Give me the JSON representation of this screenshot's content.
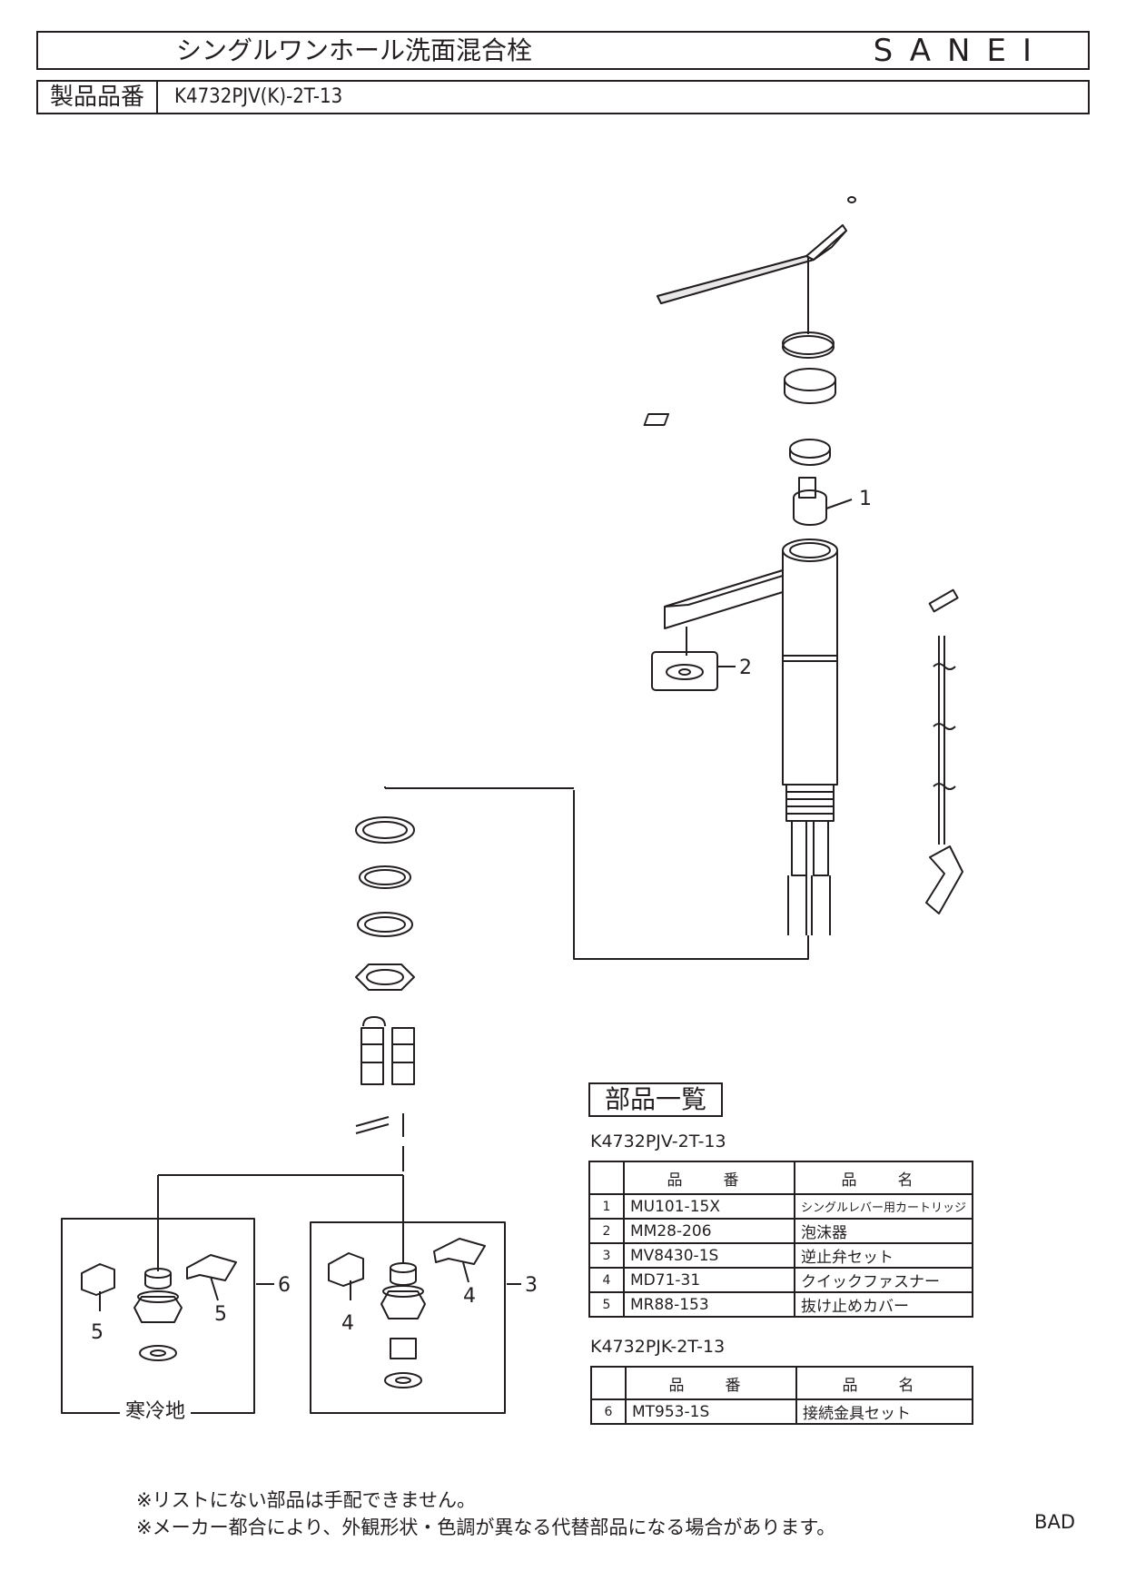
{
  "header": {
    "title": "シングルワンホール洗面混合栓",
    "brand": "SANEI",
    "product_label": "製品品番",
    "product_code": "K4732PJV(K)-2T-13"
  },
  "parts_list": {
    "heading": "部品一覧",
    "tables": [
      {
        "model": "K4732PJV-2T-13",
        "col_number": "品　番",
        "col_name": "品　名",
        "rows": [
          {
            "no": "1",
            "number": "MU101-15X",
            "name": "シングルレバー用カートリッジ"
          },
          {
            "no": "2",
            "number": "MM28-206",
            "name": "泡沫器"
          },
          {
            "no": "3",
            "number": "MV8430-1S",
            "name": "逆止弁セット"
          },
          {
            "no": "4",
            "number": "MD71-31",
            "name": "クイックファスナー"
          },
          {
            "no": "5",
            "number": "MR88-153",
            "name": "抜け止めカバー"
          }
        ]
      },
      {
        "model": "K4732PJK-2T-13",
        "col_number": "品　番",
        "col_name": "品　名",
        "rows": [
          {
            "no": "6",
            "number": "MT953-1S",
            "name": "接続金具セット"
          }
        ]
      }
    ]
  },
  "diagram": {
    "callouts": [
      "1",
      "2",
      "3",
      "4",
      "5",
      "4",
      "5",
      "6"
    ],
    "cold_region_label": "寒冷地"
  },
  "notes": [
    "※リストにない部品は手配できません。",
    "※メーカー都合により、外観形状・色調が異なる代替部品になる場合があります。"
  ],
  "footer_code": "BAD"
}
